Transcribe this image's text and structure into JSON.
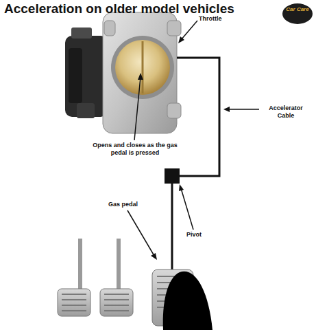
{
  "diagram": {
    "title": "Acceleration on older model vehicles",
    "labels": [
      "Car Care",
      "Throttle",
      "Opens and closes as the gas pedal is pressed",
      "Accelerator Cable",
      "Gas pedal",
      "Pivot"
    ]
  }
}
